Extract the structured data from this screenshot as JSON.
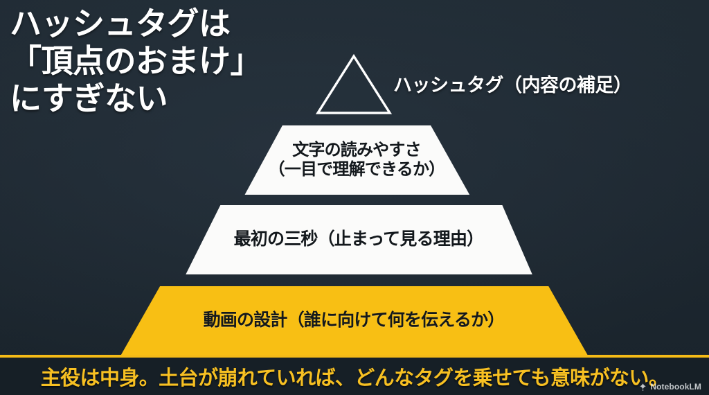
{
  "slide": {
    "background_color": "#1e2831",
    "headline": "ハッシュタグは\n「頂点のおまけ」\nにすぎない"
  },
  "pyramid": {
    "apex_label": "ハッシュタグ（内容の補足）",
    "tiers": [
      {
        "id": "apex",
        "shape": "outlined-triangle",
        "label": "",
        "fill": "none",
        "stroke_color": "#ffffff"
      },
      {
        "id": "tier-2",
        "shape": "trapezoid",
        "label": "文字の読みやすさ\n（一目で理解できるか）",
        "fill": "#fbfbfa",
        "text_color": "#13181c"
      },
      {
        "id": "tier-3",
        "shape": "trapezoid",
        "label": "最初の三秒（止まって見る理由）",
        "fill": "#fbfbfa",
        "text_color": "#13181c"
      },
      {
        "id": "tier-base",
        "shape": "trapezoid",
        "label": "動画の設計（誰に向けて何を伝えるか）",
        "fill": "#f8bf14",
        "text_color": "#14181b"
      }
    ]
  },
  "caption": {
    "text": "主役は中身。土台が崩れていれば、どんなタグを乗せても意味がない。",
    "text_color": "#f7c022",
    "bar_color": "#161f26",
    "divider_color": "#f5bb17"
  },
  "watermark": {
    "label": "NotebookLM"
  }
}
